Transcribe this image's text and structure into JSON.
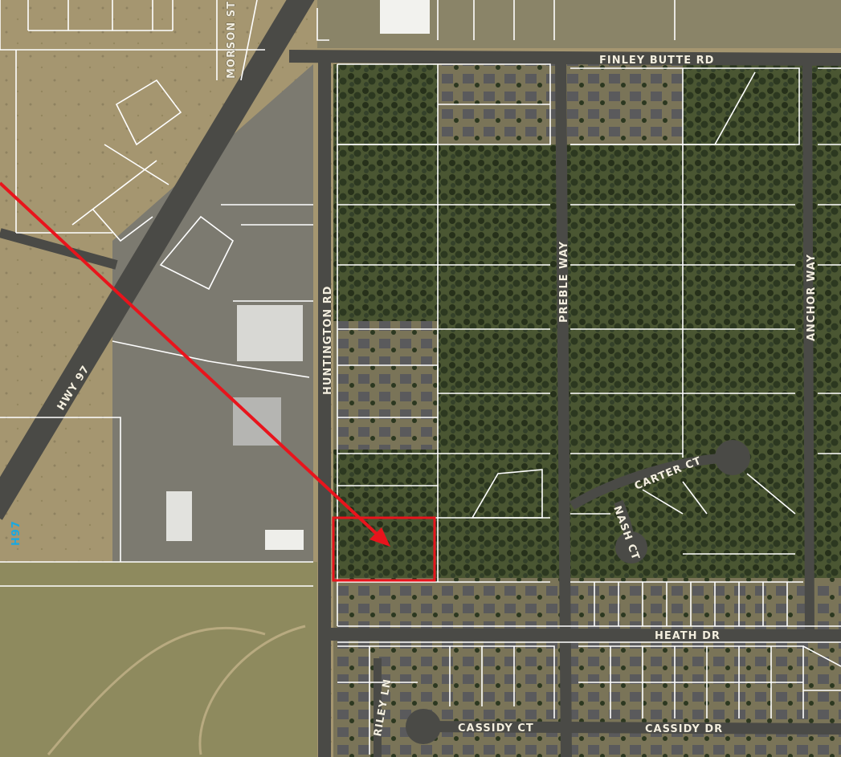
{
  "map": {
    "labels": {
      "finley_butte_rd": "FINLEY BUTTE RD",
      "morson_st": "MORSON ST",
      "hwy_97": "HWY 97",
      "huntington_rd": "HUNTINGTON RD",
      "preble_way": "PREBLE WAY",
      "anchor_way": "ANCHOR WAY",
      "carter_ct": "CARTER CT",
      "nash_ct": "NASH CT",
      "heath_dr": "HEATH DR",
      "riley_ln": "RILEY LN",
      "cassidy_ct": "CASSIDY CT",
      "cassidy_dr": "CASSIDY DR",
      "hwy_shield": "H97"
    },
    "colors": {
      "road": "#4a4a46",
      "parcel_line": "#ffffff",
      "highlight": "#e8141c",
      "arrow": "#e8141c",
      "field": "#a89a72",
      "trees": "#2f3a22"
    }
  }
}
